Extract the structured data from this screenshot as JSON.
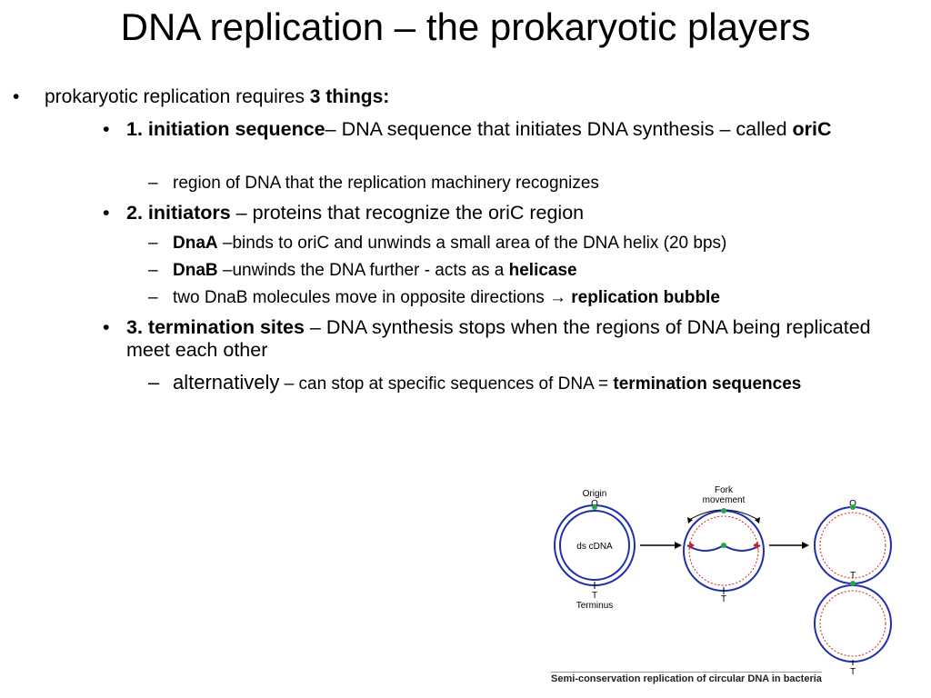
{
  "title": "DNA replication – the prokaryotic players",
  "bullets": {
    "b1": {
      "text": "prokaryotic replication requires ",
      "bold": "3 things:"
    },
    "b2": {
      "bold": "1. initiation sequence",
      "text": "– DNA sequence that initiates DNA synthesis – called ",
      "bold2": "oriC"
    },
    "b2a": {
      "text": "region of DNA that the replication machinery recognizes"
    },
    "b3": {
      "bold": "2. initiators",
      "text": " – proteins that recognize the oriC region"
    },
    "b3a": {
      "bold": "DnaA",
      "text": " –binds to oriC and unwinds a small area of the DNA helix (20 bps)"
    },
    "b3b": {
      "bold": "DnaB",
      "text": " –unwinds the DNA further - acts as a ",
      "bold2": "helicase"
    },
    "b3c": {
      "text": "two DnaB molecules move in opposite directions ",
      "arrow": "→",
      "bold": "replication bubble"
    },
    "b4": {
      "bold": "3. termination sites",
      "text": " – DNA synthesis stops when the regions of DNA being replicated meet each other"
    },
    "b4a": {
      "big": "alternatively",
      "text": " – can stop at specific sequences of DNA = ",
      "bold": "termination sequences"
    }
  },
  "figure": {
    "origin_label": "Origin",
    "o_label": "O",
    "ds_label": "ds cDNA",
    "t_label": "T",
    "terminus_label": "Terminus",
    "fork_label_line1": "Fork",
    "fork_label_line2": "movement",
    "caption": "Semi-conservation replication of circular DNA in bacteria",
    "colors": {
      "strand": "#1f2fa8",
      "new_strand": "#cc2222",
      "origin_dot": "#22aa44"
    }
  }
}
